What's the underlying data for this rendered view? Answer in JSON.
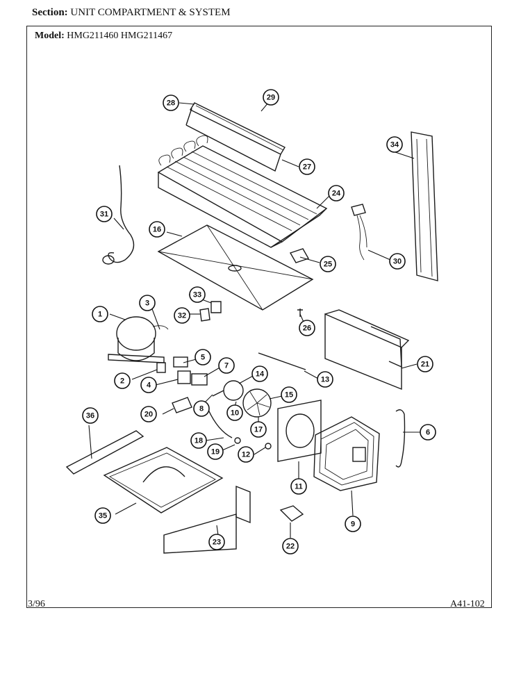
{
  "header": {
    "section_label": "Section:",
    "section_value": "UNIT COMPARTMENT & SYSTEM",
    "model_label": "Model:",
    "model_value": "HMG211460  HMG211467"
  },
  "footer": {
    "date": "3/96",
    "code": "A41-102"
  },
  "callouts": [
    "1",
    "2",
    "3",
    "4",
    "5",
    "6",
    "7",
    "8",
    "9",
    "10",
    "11",
    "12",
    "13",
    "14",
    "15",
    "16",
    "17",
    "18",
    "19",
    "20",
    "21",
    "22",
    "23",
    "24",
    "25",
    "26",
    "27",
    "28",
    "29",
    "30",
    "31",
    "32",
    "33",
    "34",
    "35",
    "36"
  ]
}
